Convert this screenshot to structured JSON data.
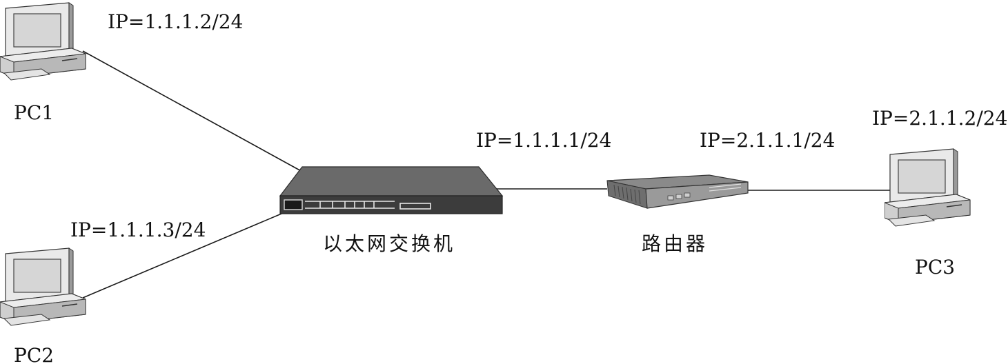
{
  "pc1": {
    "name": "PC1",
    "ip": "IP=1.1.1.2/24"
  },
  "pc2": {
    "name": "PC2",
    "ip": "IP=1.1.1.3/24"
  },
  "pc3": {
    "name": "PC3",
    "ip": "IP=2.1.1.2/24"
  },
  "switch": {
    "name": "以太网交换机",
    "ip": "IP=1.1.1.1/24"
  },
  "router": {
    "name": "路由器",
    "ip": "IP=2.1.1.1/24"
  },
  "icons": {
    "pc": "desktop-computer-icon",
    "switch": "ethernet-switch-icon",
    "router": "router-icon"
  },
  "colors": {
    "link": "#1a1a1a",
    "device_body": "#5a5a5a",
    "pc_body": "#d8d8d8"
  }
}
